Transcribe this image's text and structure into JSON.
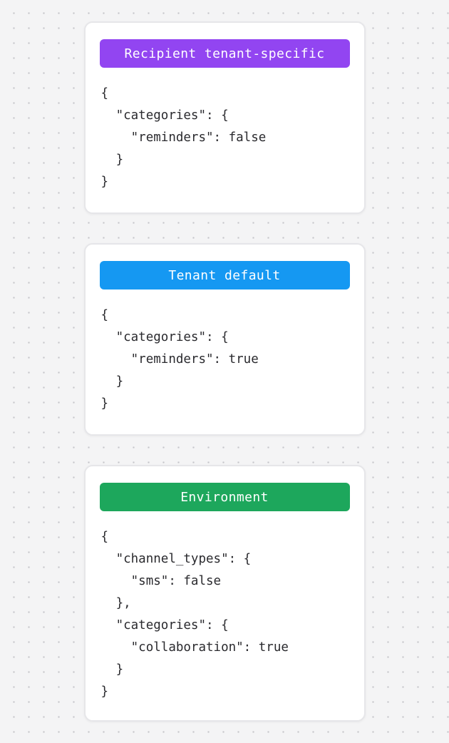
{
  "page": {
    "background_color": "#f4f4f5",
    "dot_color": "#c6c6ca",
    "card_background": "#ffffff",
    "card_border_color": "#e6e6e9",
    "code_text_color": "#2a2a2e"
  },
  "cards": [
    {
      "id": "recipient-tenant-specific",
      "badge": {
        "label": "Recipient tenant-specific",
        "color": "#9245f1"
      },
      "code": "{\n  \"categories\": {\n    \"reminders\": false\n  }\n}"
    },
    {
      "id": "tenant-default",
      "badge": {
        "label": "Tenant default",
        "color": "#1598f2"
      },
      "code": "{\n  \"categories\": {\n    \"reminders\": true\n  }\n}"
    },
    {
      "id": "environment",
      "badge": {
        "label": "Environment",
        "color": "#1da75c"
      },
      "code": "{\n  \"channel_types\": {\n    \"sms\": false\n  },\n  \"categories\": {\n    \"collaboration\": true\n  }\n}"
    }
  ]
}
